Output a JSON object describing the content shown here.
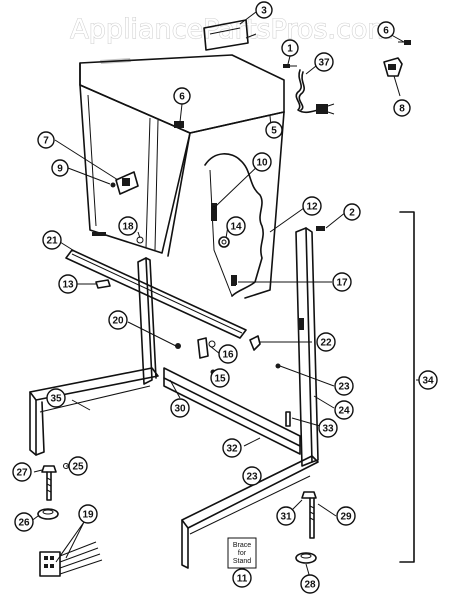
{
  "watermark": "AppliancePartsPros.com",
  "note_box": [
    "Brace",
    "for",
    "Stand"
  ],
  "callouts": [
    {
      "label": "3"
    },
    {
      "label": "1"
    },
    {
      "label": "37"
    },
    {
      "label": "6"
    },
    {
      "label": "8"
    },
    {
      "label": "6"
    },
    {
      "label": "5"
    },
    {
      "label": "7"
    },
    {
      "label": "9"
    },
    {
      "label": "10"
    },
    {
      "label": "12"
    },
    {
      "label": "2"
    },
    {
      "label": "14"
    },
    {
      "label": "18"
    },
    {
      "label": "21"
    },
    {
      "label": "13"
    },
    {
      "label": "17"
    },
    {
      "label": "20"
    },
    {
      "label": "16"
    },
    {
      "label": "22"
    },
    {
      "label": "15"
    },
    {
      "label": "23"
    },
    {
      "label": "35"
    },
    {
      "label": "30"
    },
    {
      "label": "24"
    },
    {
      "label": "33"
    },
    {
      "label": "34"
    },
    {
      "label": "32"
    },
    {
      "label": "23"
    },
    {
      "label": "27"
    },
    {
      "label": "25"
    },
    {
      "label": "29"
    },
    {
      "label": "26"
    },
    {
      "label": "31"
    },
    {
      "label": "19"
    },
    {
      "label": "11"
    },
    {
      "label": "28"
    }
  ]
}
